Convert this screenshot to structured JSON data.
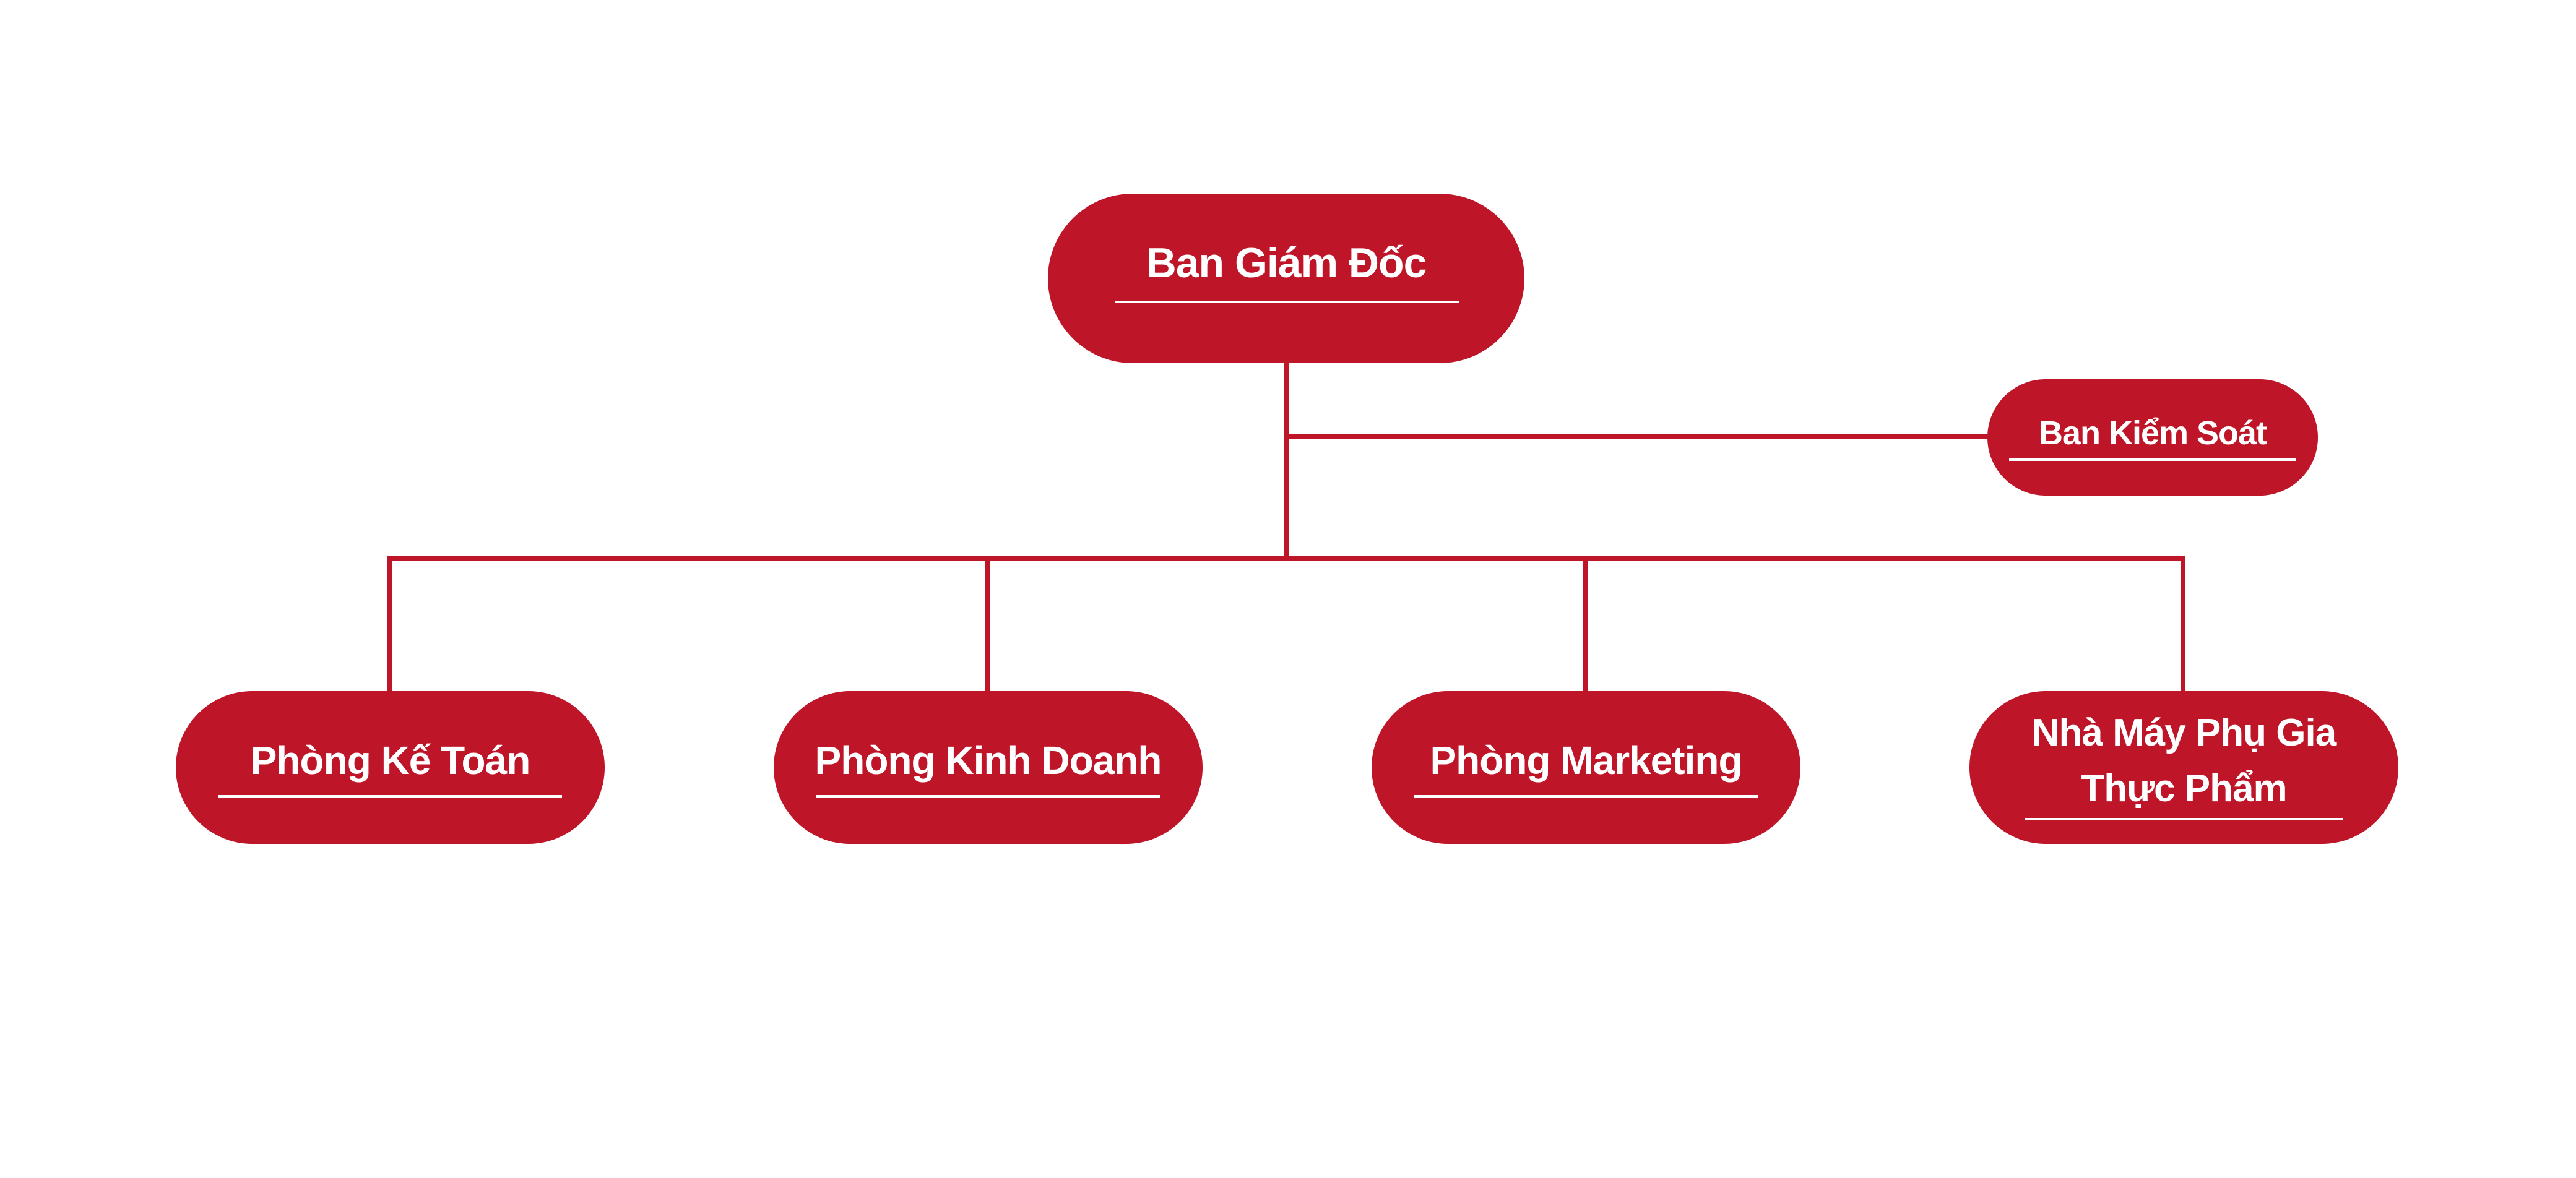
{
  "colors": {
    "node": "#BE1529",
    "line": "#BE1529",
    "text": "#FFFFFF"
  },
  "nodes": {
    "director": {
      "label": "Ban Giám Đốc"
    },
    "control": {
      "label": "Ban Kiểm Soát"
    },
    "accounting": {
      "label": "Phòng Kế Toán"
    },
    "sales": {
      "label": "Phòng Kinh Doanh"
    },
    "marketing": {
      "label": "Phòng Marketing"
    },
    "factory": {
      "line1": "Nhà Máy Phụ Gia",
      "line2": "Thực Phẩm"
    }
  }
}
